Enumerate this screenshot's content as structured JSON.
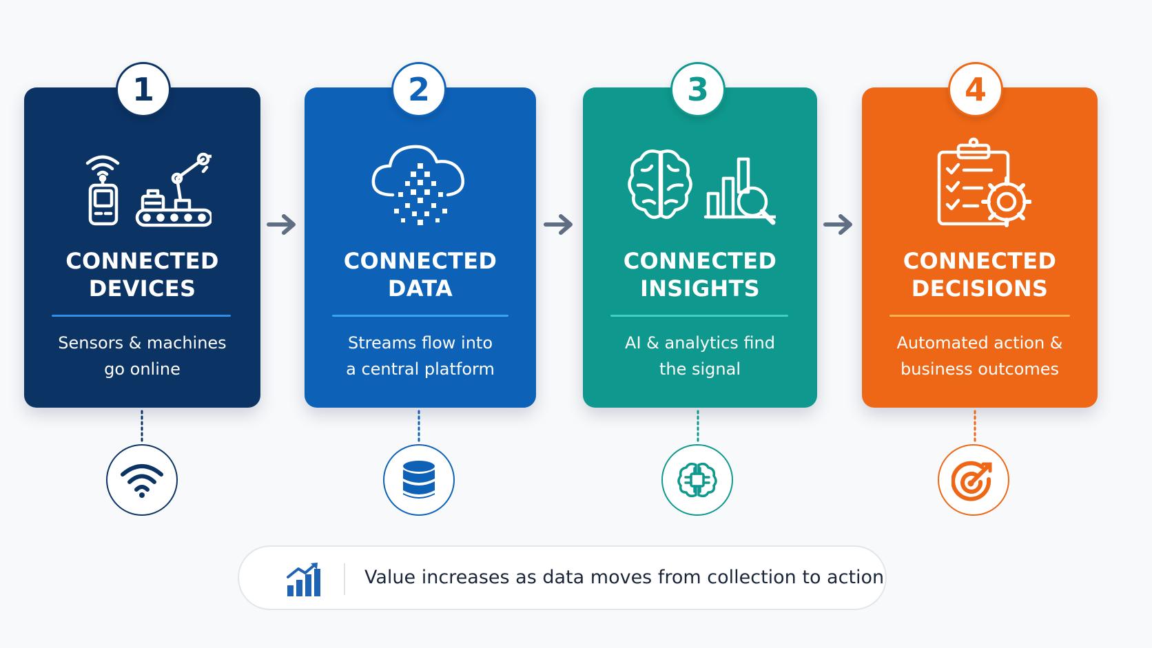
{
  "steps": [
    {
      "number": "1",
      "title_line1": "CONNECTED",
      "title_line2": "DEVICES",
      "desc_line1": "Sensors & machines",
      "desc_line2": "go online",
      "color": "#0b3364",
      "accent": "#2f8ee8",
      "bottom_icon": "wifi-icon",
      "main_icon": "devices-icon"
    },
    {
      "number": "2",
      "title_line1": "CONNECTED",
      "title_line2": "DATA",
      "desc_line1": "Streams flow into",
      "desc_line2": "a central platform",
      "color": "#0d61b7",
      "accent": "#3aa2f0",
      "bottom_icon": "database-icon",
      "main_icon": "cloud-data-icon"
    },
    {
      "number": "3",
      "title_line1": "CONNECTED",
      "title_line2": "INSIGHTS",
      "desc_line1": "AI & analytics find",
      "desc_line2": "the signal",
      "color": "#0f988d",
      "accent": "#3fd1c2",
      "bottom_icon": "ai-chip-icon",
      "main_icon": "brain-analytics-icon"
    },
    {
      "number": "4",
      "title_line1": "CONNECTED",
      "title_line2": "DECISIONS",
      "desc_line1": "Automated action &",
      "desc_line2": "business outcomes",
      "color": "#ee6716",
      "accent": "#ffb04a",
      "bottom_icon": "target-icon",
      "main_icon": "checklist-gear-icon"
    }
  ],
  "banner": {
    "text": "Value increases as data moves from collection to action",
    "icon": "growth-chart-icon"
  }
}
